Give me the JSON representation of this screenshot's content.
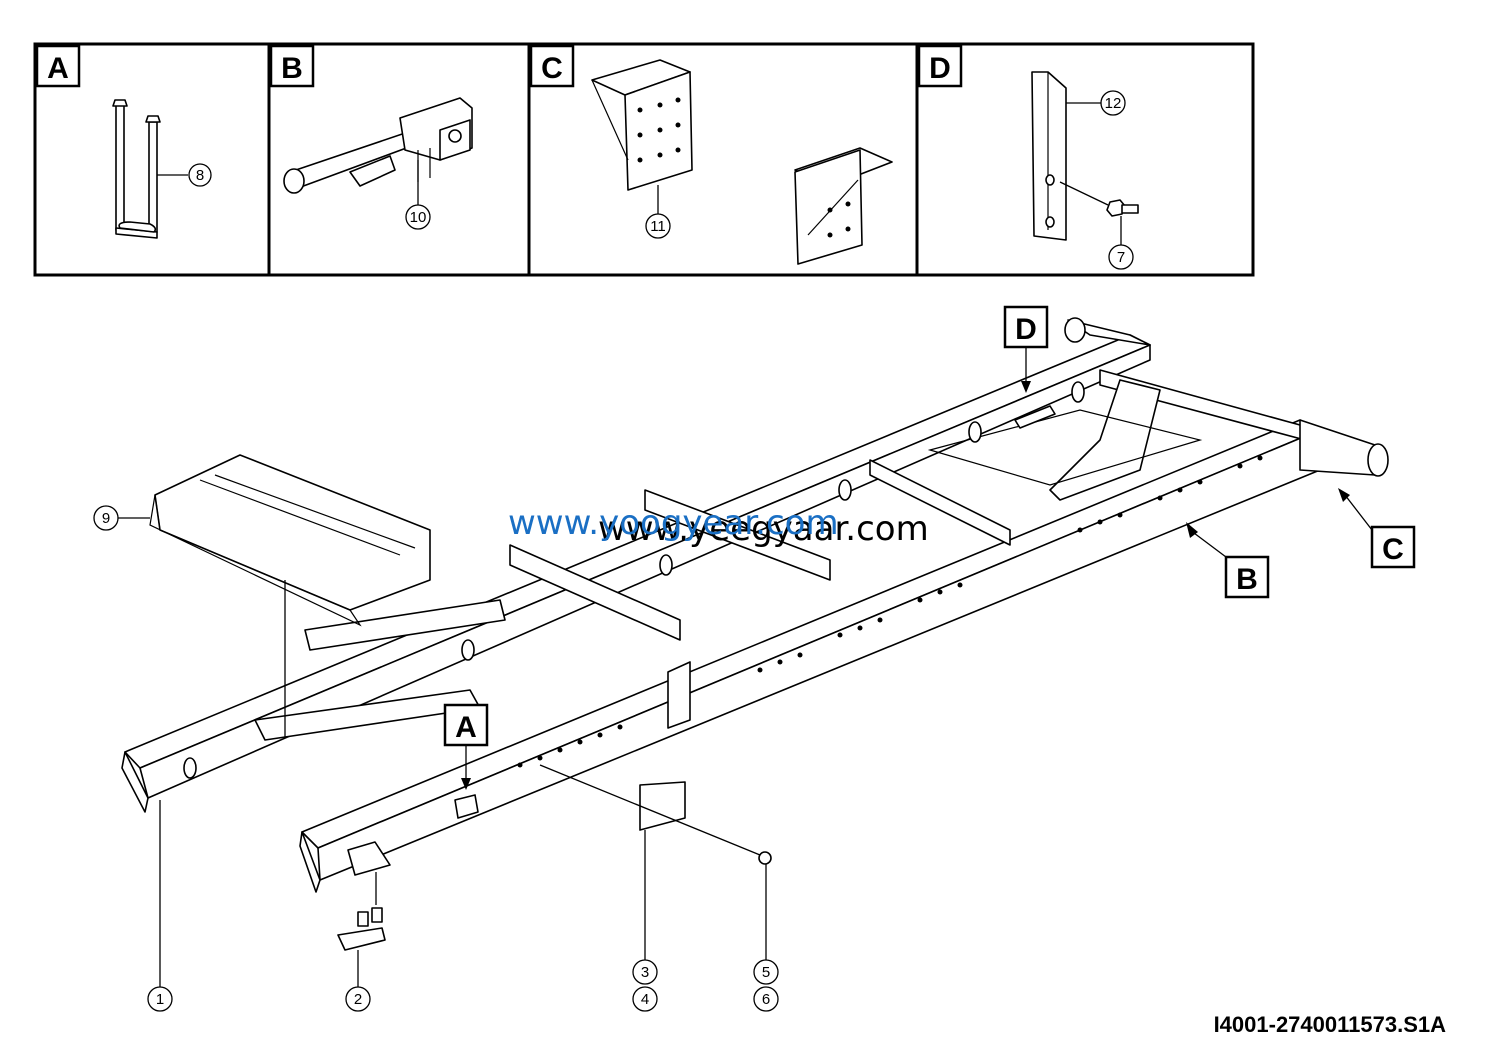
{
  "detail_panels": [
    {
      "tag": "A"
    },
    {
      "tag": "B"
    },
    {
      "tag": "C"
    },
    {
      "tag": "D"
    }
  ],
  "main_view_tags": {
    "A": "A",
    "B": "B",
    "C": "C",
    "D": "D"
  },
  "callouts": {
    "c1": "1",
    "c2": "2",
    "c3": "3",
    "c4": "4",
    "c5": "5",
    "c6": "6",
    "c7": "7",
    "c8": "8",
    "c9": "9",
    "c10": "10",
    "c11": "11",
    "c12": "12"
  },
  "watermark": {
    "back_text": "www.yeegyaar.com",
    "front_text": "www.yoogyear.com",
    "back_color": "#000000",
    "front_color": "#1a6fc4"
  },
  "drawing_id": "I4001-2740011573.S1A"
}
